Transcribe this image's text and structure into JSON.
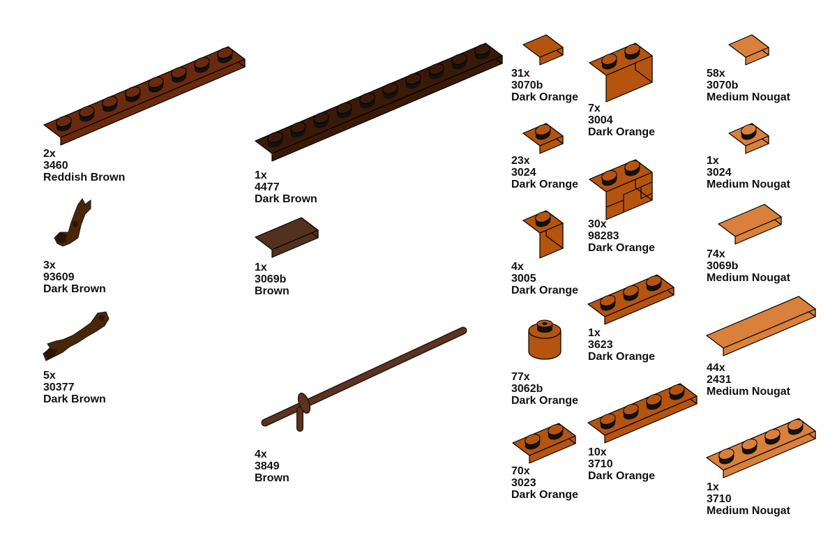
{
  "parts": [
    {
      "quantity": "2x",
      "part": "3460",
      "color": "Reddish Brown",
      "hex": "#6a2a0e"
    },
    {
      "quantity": "3x",
      "part": "93609",
      "color": "Dark Brown",
      "hex": "#4a2608"
    },
    {
      "quantity": "5x",
      "part": "30377",
      "color": "Dark Brown",
      "hex": "#4a2608"
    },
    {
      "quantity": "1x",
      "part": "4477",
      "color": "Dark Brown",
      "hex": "#3a1a07"
    },
    {
      "quantity": "1x",
      "part": "3069b",
      "color": "Brown",
      "hex": "#53301f"
    },
    {
      "quantity": "4x",
      "part": "3849",
      "color": "Brown",
      "hex": "#5a3322"
    },
    {
      "quantity": "31x",
      "part": "3070b",
      "color": "Dark Orange",
      "hex": "#b5540f"
    },
    {
      "quantity": "23x",
      "part": "3024",
      "color": "Dark Orange",
      "hex": "#b5540f"
    },
    {
      "quantity": "4x",
      "part": "3005",
      "color": "Dark Orange",
      "hex": "#b5540f"
    },
    {
      "quantity": "77x",
      "part": "3062b",
      "color": "Dark Orange",
      "hex": "#b5540f"
    },
    {
      "quantity": "70x",
      "part": "3023",
      "color": "Dark Orange",
      "hex": "#b5540f"
    },
    {
      "quantity": "7x",
      "part": "3004",
      "color": "Dark Orange",
      "hex": "#b5540f"
    },
    {
      "quantity": "30x",
      "part": "98283",
      "color": "Dark Orange",
      "hex": "#b5540f"
    },
    {
      "quantity": "1x",
      "part": "3623",
      "color": "Dark Orange",
      "hex": "#b5540f"
    },
    {
      "quantity": "10x",
      "part": "3710",
      "color": "Dark Orange",
      "hex": "#b5540f"
    },
    {
      "quantity": "58x",
      "part": "3070b",
      "color": "Medium Nougat",
      "hex": "#d9803c"
    },
    {
      "quantity": "1x",
      "part": "3024",
      "color": "Medium Nougat",
      "hex": "#d9803c"
    },
    {
      "quantity": "74x",
      "part": "3069b",
      "color": "Medium Nougat",
      "hex": "#d9803c"
    },
    {
      "quantity": "44x",
      "part": "2431",
      "color": "Medium Nougat",
      "hex": "#d9803c"
    },
    {
      "quantity": "1x",
      "part": "3710",
      "color": "Medium Nougat",
      "hex": "#d9803c"
    }
  ]
}
